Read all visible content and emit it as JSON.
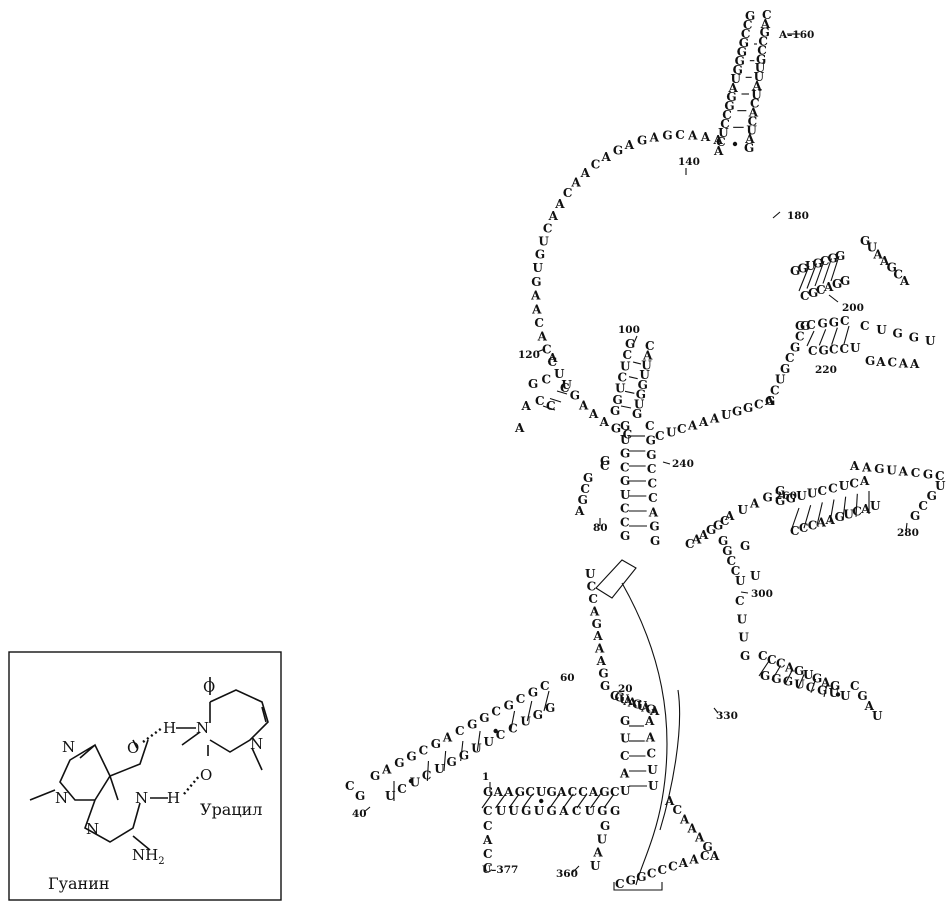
{
  "inset": {
    "guanine_label": "Гуанин",
    "uracil_label": "Урацил",
    "atoms": {
      "o_top": "O",
      "n_uracil": "N",
      "h_left": "H",
      "o_left": "O",
      "o_mid": "O",
      "n_ring_uracil": "N",
      "n_imid_top": "N",
      "n_imid_left": "N",
      "n_guanine": "N",
      "h_guanine": "H",
      "n_guanine_bottom": "N",
      "nh2": "NH",
      "nh2_sub": "2"
    }
  },
  "position_labels": {
    "p1": "1",
    "p20": "20",
    "p40": "40",
    "p60": "60",
    "p80": "80",
    "p100": "100",
    "p120": "120",
    "p140": "140",
    "p160": "A–160",
    "p180": "180",
    "p200": "200",
    "p220": "220",
    "p240": "240",
    "p260": "260",
    "p280": "280",
    "p300": "300",
    "p330": "330",
    "p360": "360",
    "p377": "U–377"
  },
  "colors": {
    "ink": "#111111",
    "background": "#ffffff"
  }
}
